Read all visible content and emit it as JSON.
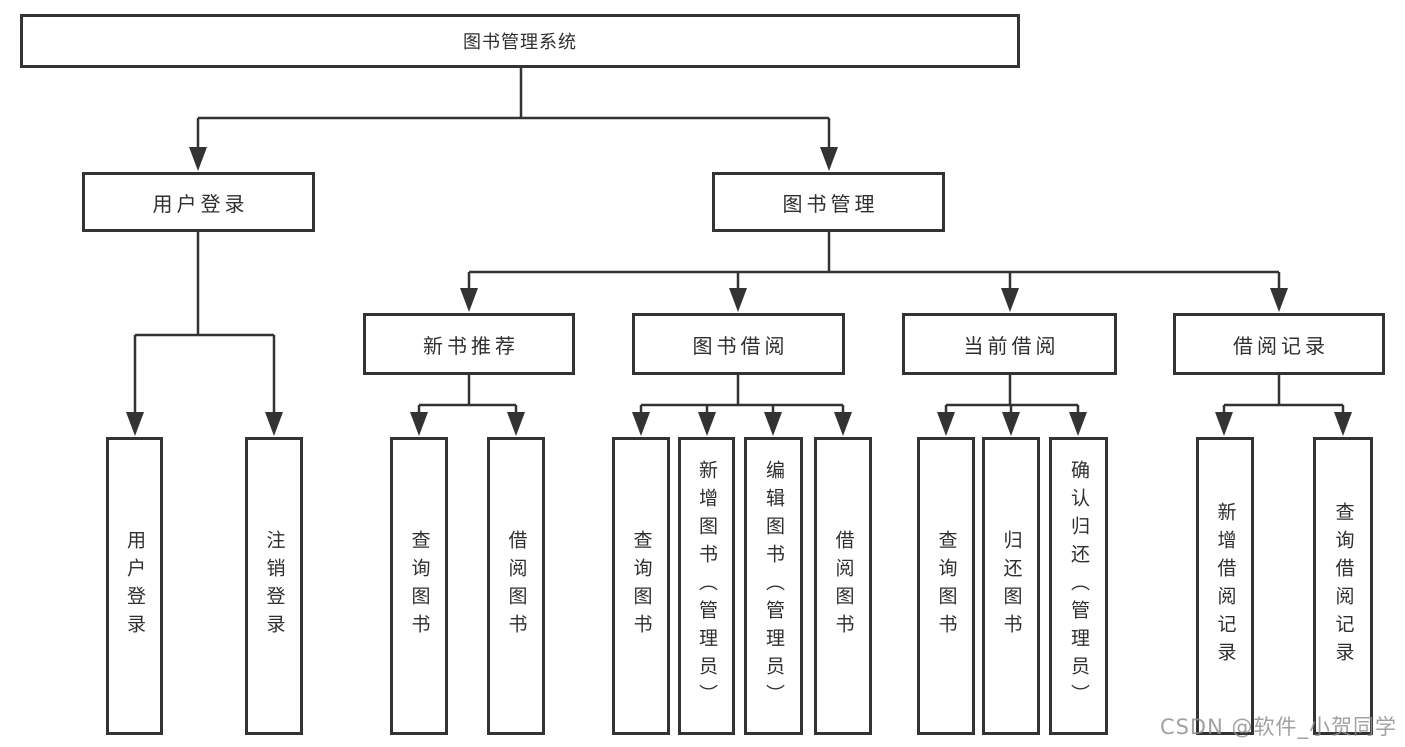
{
  "diagram": {
    "root": "图书管理系统",
    "level2": [
      "用户登录",
      "图书管理"
    ],
    "level3": [
      "新书推荐",
      "图书借阅",
      "当前借阅",
      "借阅记录"
    ],
    "leaves": {
      "user_login": [
        "用户登录",
        "注销登录"
      ],
      "new_book": [
        "查询图书",
        "借阅图书"
      ],
      "book_borrow": [
        "查询图书",
        "新增图书（管理员）",
        "编辑图书（管理员）",
        "借阅图书"
      ],
      "current_borrow": [
        "查询图书",
        "归还图书",
        "确认归还（管理员）"
      ],
      "borrow_records": [
        "新增借阅记录",
        "查询借阅记录"
      ]
    }
  },
  "watermark": "CSDN @软件_小贺同学",
  "colors": {
    "line": "#333333",
    "text": "#2f2f2f",
    "background": "#ffffff",
    "watermark": "#919191"
  }
}
